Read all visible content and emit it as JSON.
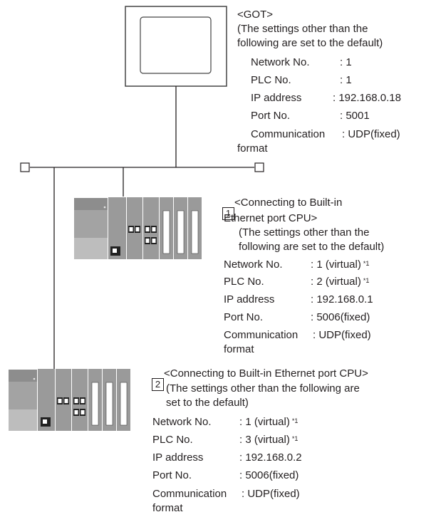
{
  "got": {
    "title": "<GOT>",
    "note_1": "(The settings other than the",
    "note_2": "following are set to the default)",
    "rows": [
      {
        "label": "Network No.",
        "value": ": 1",
        "sup": ""
      },
      {
        "label": "PLC No.",
        "value": ": 1",
        "sup": ""
      },
      {
        "label": "IP address",
        "value": ": 192.168.0.18",
        "sup": ""
      },
      {
        "label": "Port No.",
        "value": ": 5001",
        "sup": ""
      },
      {
        "label": "Communication",
        "value": ": UDP(fixed)",
        "sup": ""
      }
    ],
    "format_label": "format"
  },
  "plc1": {
    "badge": "1",
    "title_1": "<Connecting to Built-in",
    "title_2": "Ethernet port CPU>",
    "note_1": "(The settings other than the",
    "note_2": "following are set to the default)",
    "rows": [
      {
        "label": "Network No.",
        "value": ": 1 (virtual)",
        "sup": "*1"
      },
      {
        "label": "PLC No.",
        "value": ": 2 (virtual)",
        "sup": "*1"
      },
      {
        "label": "IP address",
        "value": ": 192.168.0.1",
        "sup": ""
      },
      {
        "label": "Port No.",
        "value": ": 5006(fixed)",
        "sup": ""
      },
      {
        "label": "Communication",
        "value": ": UDP(fixed)",
        "sup": ""
      }
    ],
    "format_label": "format"
  },
  "plc2": {
    "badge": "2",
    "title_1": "<Connecting to Built-in Ethernet port CPU>",
    "note_1": "(The settings other than the following are",
    "note_2": "set to the default)",
    "rows": [
      {
        "label": "Network No.",
        "value": ": 1 (virtual)",
        "sup": "*1"
      },
      {
        "label": "PLC No.",
        "value": ": 3 (virtual)",
        "sup": "*1"
      },
      {
        "label": "IP address",
        "value": ": 192.168.0.2",
        "sup": ""
      },
      {
        "label": "Port No.",
        "value": ": 5006(fixed)",
        "sup": ""
      },
      {
        "label": "Communication",
        "value": ": UDP(fixed)",
        "sup": ""
      }
    ],
    "format_label": "format"
  }
}
